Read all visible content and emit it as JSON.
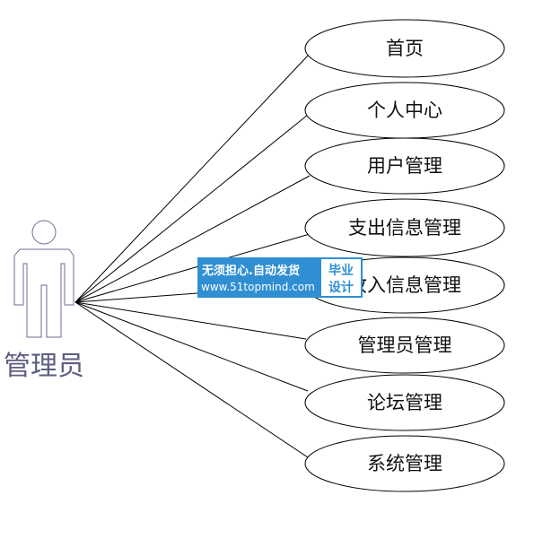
{
  "actor": {
    "label": "管理员"
  },
  "use_cases": [
    {
      "label": "首页"
    },
    {
      "label": "个人中心"
    },
    {
      "label": "用户管理"
    },
    {
      "label": "支出信息管理"
    },
    {
      "label": "收入信息管理"
    },
    {
      "label": "管理员管理"
    },
    {
      "label": "论坛管理"
    },
    {
      "label": "系统管理"
    }
  ],
  "watermark": {
    "line1": "无须担心.自动发货",
    "line2": "www.51topmind.com",
    "tag_line1": "毕业",
    "tag_line2": "设计"
  },
  "colors": {
    "actor_stroke": "#6b6f96",
    "actor_text": "#5e5e80",
    "watermark_blue": "#2f8fd2"
  }
}
